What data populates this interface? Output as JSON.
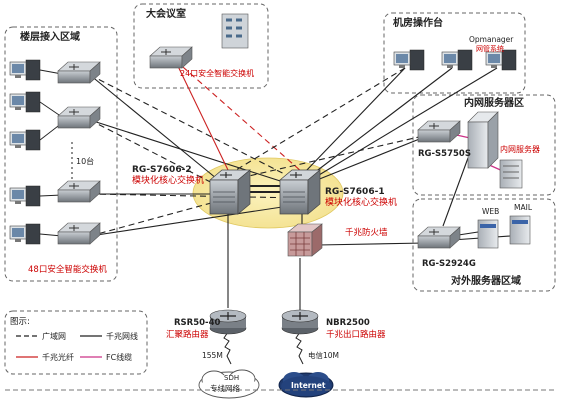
{
  "zones": {
    "floor_access": "楼层接入区域",
    "conference_room": "大会议室",
    "machine_room_console": "机房操作台",
    "intranet_servers": "内网服务器区",
    "external_servers": "对外服务器区域"
  },
  "labels": {
    "conf_switch": "24口安全智能交换机",
    "floor_switch": "48口安全智能交换机",
    "ten_units": "10台",
    "opmanager": "Opmanager",
    "network_mgmt": "网管系统",
    "core2_model": "RG-S7606-2",
    "core2_desc": "模块化核心交换机",
    "core1_model": "RG-S7606-1",
    "core1_desc": "模块化核心交换机",
    "intranet_switch": "RG-S5750S",
    "intranet_server": "内网服务器",
    "firewall": "千兆防火墙",
    "ext_switch": "RG-S2924G",
    "web": "WEB",
    "mail": "MAIL",
    "rsr_model": "RSR50-40",
    "rsr_desc": "汇聚路由器",
    "nbr_model": "NBR2500",
    "nbr_desc": "千兆出口路由器",
    "link_155": "155M",
    "link_10": "电信10M",
    "sdh": "SDH",
    "private_net": "专线网络",
    "internet": "Internet"
  },
  "legend": {
    "title": "图示:",
    "wan": "广域网",
    "gigabit_line": "千兆网线",
    "gigabit_fiber": "千兆光纤",
    "fc_cable": "FC线缆"
  },
  "colors": {
    "zone_border": "#666666",
    "fiber_red": "#cc2222",
    "fc_pink": "#cc3388",
    "core_highlight": "#f6e79a",
    "switch_body": "#8a8f95",
    "title_red": "#cc0000"
  }
}
